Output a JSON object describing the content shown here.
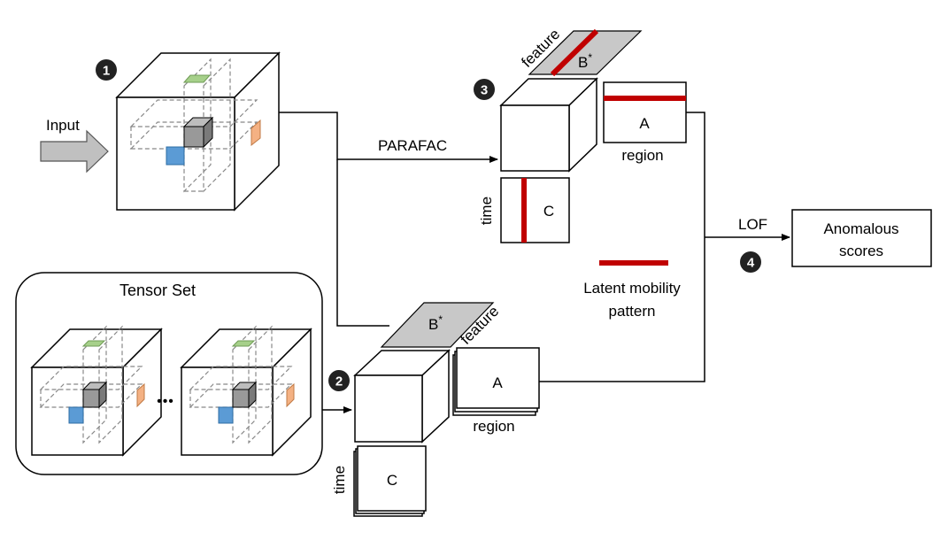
{
  "colors": {
    "red": "#c00000",
    "gray_face": "#c8c8c8",
    "green": "#a6d08a",
    "orange": "#f4b183",
    "blue": "#5b9bd5",
    "small_cube": "#999999",
    "arrow": "#c0c0c0"
  },
  "labels": {
    "input": "Input",
    "parafac": "PARAFAC",
    "tensor_set": "Tensor Set",
    "ellipsis": "•••",
    "lof": "LOF",
    "latent_line1": "Latent mobility",
    "latent_line2": "pattern",
    "anomalous_line1": "Anomalous",
    "anomalous_line2": "scores"
  },
  "factors_top": {
    "b": "B",
    "b_sup": "*",
    "feature": "feature",
    "a": "A",
    "region": "region",
    "c": "C",
    "time": "time"
  },
  "factors_bottom": {
    "b": "B",
    "b_sup": "*",
    "feature": "feature",
    "a": "A",
    "region": "region",
    "c": "C",
    "time": "time"
  },
  "steps": [
    "1",
    "2",
    "3",
    "4"
  ]
}
